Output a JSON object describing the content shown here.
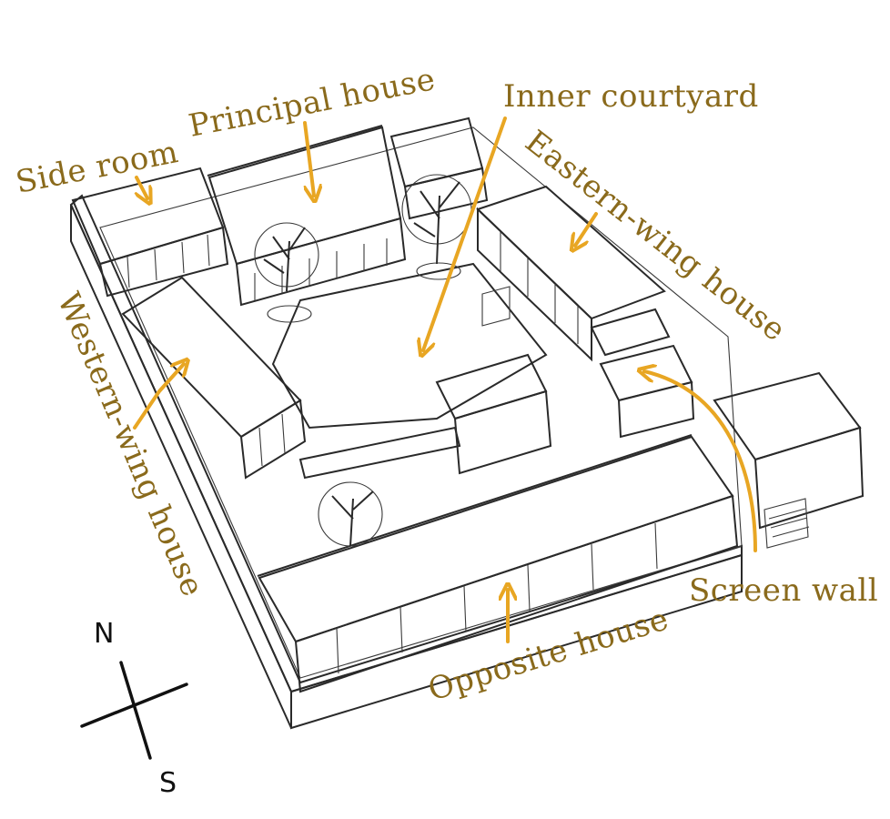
{
  "labels": {
    "side_room": "Side room",
    "principal_house": "Principal house",
    "inner_courtyard": "Inner courtyard",
    "eastern_wing_house": "Eastern-wing house",
    "western_wing_house": "Western-wing house",
    "screen_wall": "Screen wall",
    "opposite_house": "Opposite house"
  },
  "compass": {
    "north": "N",
    "south": "S"
  },
  "colors": {
    "label": "#8a6a1c",
    "arrow": "#e8a623",
    "ink": "#2a2a2a"
  }
}
